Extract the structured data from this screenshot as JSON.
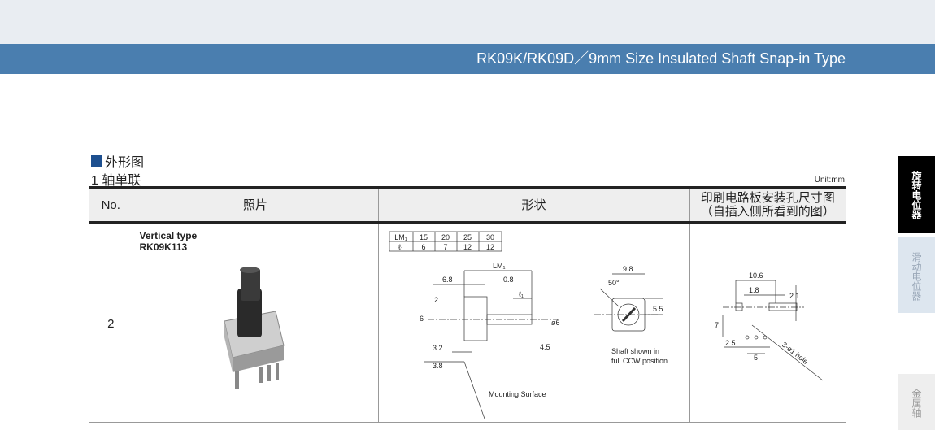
{
  "header": {
    "title": "RK09K/RK09D／9mm Size Insulated Shaft Snap-in Type"
  },
  "section": {
    "title": "外形图",
    "subtitle": "1 轴单联",
    "unit": "Unit:mm"
  },
  "table": {
    "headers": [
      "No.",
      "照片",
      "形状",
      "印刷电路板安装孔尺寸图",
      "（自插入侧所看到的图）"
    ],
    "rows": [
      {
        "no": "2",
        "type": "Vertical type",
        "model": "RK09K113"
      }
    ]
  },
  "drawing": {
    "lm_table": {
      "row1": [
        "LM₁",
        "15",
        "20",
        "25",
        "30"
      ],
      "row2": [
        "ℓ₁",
        "6",
        "7",
        "12",
        "12"
      ]
    },
    "dims": {
      "lm1": "LM₁",
      "d68": "6.8",
      "d08": "0.8",
      "l1": "ℓ₁",
      "d2": "2",
      "d6": "6",
      "phi6": "ø6",
      "d45": "4.5",
      "d32": "3.2",
      "d38": "3.8",
      "d98": "9.8",
      "deg50": "50°",
      "d55": "5.5"
    },
    "mounting": "Mounting Surface",
    "note1": "Shaft shown in",
    "note2": "full CCW position."
  },
  "pcb": {
    "d106": "10.6",
    "d18": "1.8",
    "d21": "2.1",
    "d7": "7",
    "d25": "2.5",
    "d5": "5",
    "hole": "3-ø1 hole"
  },
  "side_tabs": [
    "旋转电位器",
    "滑动电位器",
    "金属轴"
  ]
}
